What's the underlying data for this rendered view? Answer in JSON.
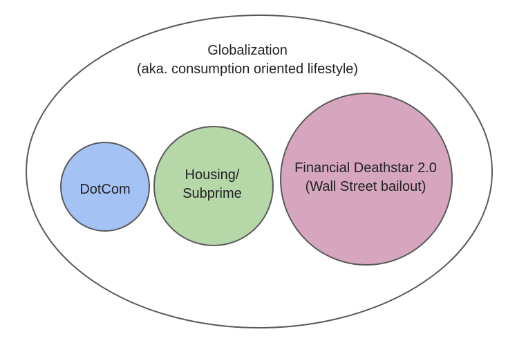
{
  "outer": {
    "title_line1": "Globalization",
    "title_line2": "(aka. consumption oriented lifestyle)"
  },
  "bubbles": {
    "dotcom": {
      "label": "DotCom",
      "fill": "#a4c2f4"
    },
    "housing": {
      "line1": "Housing/",
      "line2": "Subprime",
      "fill": "#b6d7a8"
    },
    "financial": {
      "line1": "Financial Deathstar 2.0",
      "line2": "(Wall Street bailout)",
      "fill": "#d5a6bd"
    }
  },
  "colors": {
    "outline": "#595959",
    "outer_fill": "#ffffff"
  }
}
